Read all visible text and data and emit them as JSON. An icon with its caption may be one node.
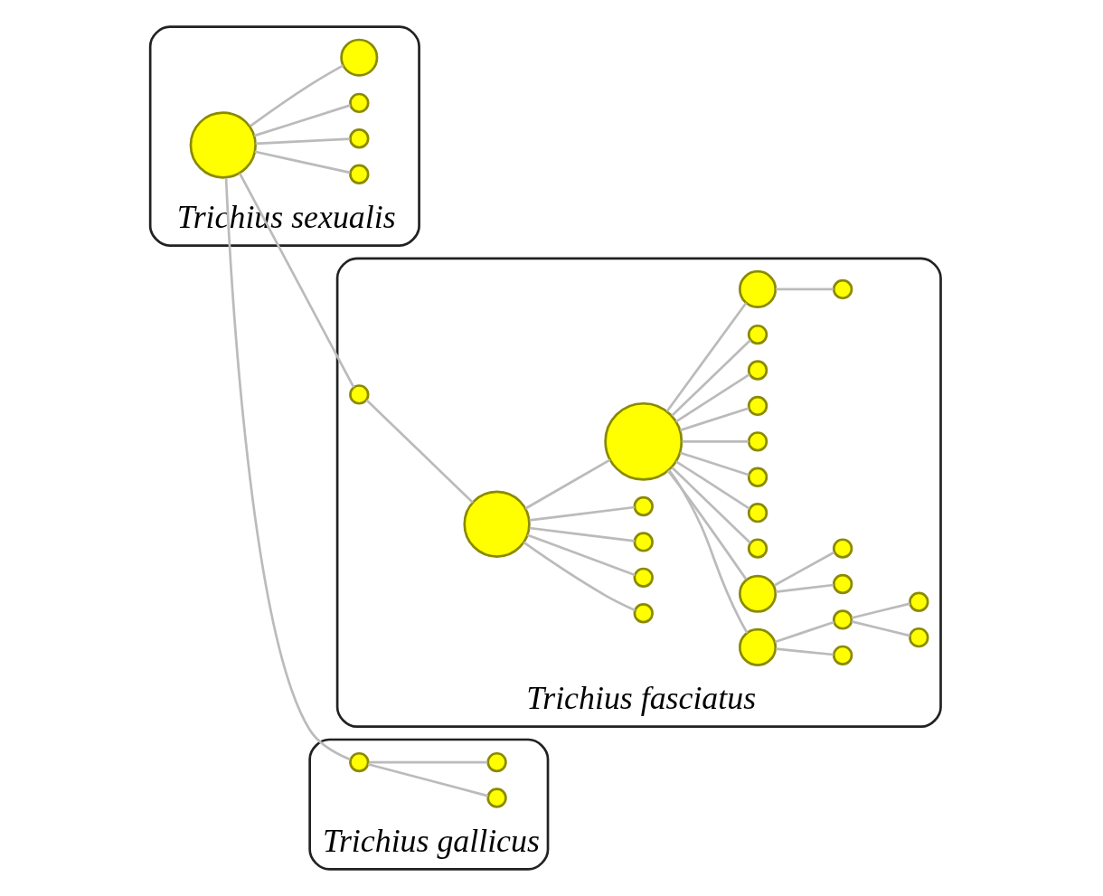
{
  "diagram": {
    "nodes": [
      {
        "text": [
          "Trichius fasciatus"
        ]
      },
      {
        "text": [],
        "shape": "circle",
        "in": 0
      },
      {
        "text": [],
        "shape": "circle",
        "in": 0
      },
      {
        "text": [],
        "shape": "circle",
        "in": 0
      },
      {
        "text": [],
        "shape": "circle",
        "in": 0
      },
      {
        "text": [],
        "shape": "circle",
        "in": 0
      },
      {
        "text": [],
        "shape": "circle",
        "in": 0
      },
      {
        "text": [],
        "shape": "circle",
        "in": 0
      },
      {
        "text": [],
        "shape": "circle",
        "in": 0
      },
      {
        "text": [],
        "shape": "circle",
        "in": 0
      },
      {
        "text": [],
        "shape": "circle",
        "in": 0
      },
      {
        "text": [],
        "shape": "circle",
        "in": 0
      },
      {
        "text": [],
        "shape": "circle",
        "in": 0
      },
      {
        "text": [],
        "shape": "circle",
        "in": 0
      },
      {
        "text": [],
        "shape": "circle",
        "in": 0
      },
      {
        "text": [],
        "shape": "circle",
        "in": 0
      },
      {
        "text": [],
        "shape": "circle",
        "in": 0
      },
      {
        "text": [],
        "shape": "circle",
        "in": 0
      },
      {
        "text": [],
        "shape": "circle",
        "in": 0
      },
      {
        "text": [],
        "shape": "circle",
        "in": 0
      },
      {
        "text": [],
        "shape": "circle",
        "in": 0
      },
      {
        "text": [],
        "shape": "circle",
        "in": 0
      },
      {
        "text": [],
        "shape": "circle",
        "in": 0
      },
      {
        "text": [],
        "shape": "circle",
        "in": 0
      },
      {
        "text": [],
        "shape": "circle",
        "in": 0
      },
      {
        "text": [
          "Trichius sexualis"
        ]
      },
      {
        "text": [],
        "shape": "circle",
        "in": 25
      },
      {
        "text": [],
        "shape": "circle",
        "in": 25
      },
      {
        "text": [],
        "shape": "circle",
        "in": 25
      },
      {
        "text": [],
        "shape": "circle",
        "in": 25
      },
      {
        "text": [],
        "shape": "circle",
        "in": 25
      },
      {
        "text": [
          "Trichius gallicus"
        ]
      },
      {
        "text": [],
        "shape": "circle",
        "in": 31
      },
      {
        "text": [],
        "shape": "circle",
        "in": 31
      },
      {
        "text": [],
        "shape": "circle",
        "in": 31
      }
    ],
    "edges": [
      {
        "from": 28,
        "to": 23,
        "arrow": "none"
      },
      {
        "from": 23,
        "to": 12,
        "arrow": "none"
      },
      {
        "from": 12,
        "to": 14,
        "arrow": "none"
      },
      {
        "from": 12,
        "to": 13,
        "arrow": "none"
      },
      {
        "from": 12,
        "to": 1,
        "arrow": "none"
      },
      {
        "from": 12,
        "to": 2,
        "arrow": "none"
      },
      {
        "from": 12,
        "to": 7,
        "arrow": "none"
      },
      {
        "from": 14,
        "to": 10,
        "arrow": "none"
      },
      {
        "from": 10,
        "to": 4,
        "arrow": "none"
      },
      {
        "from": 10,
        "to": 6,
        "arrow": "none"
      },
      {
        "from": 6,
        "to": 3,
        "arrow": "none"
      },
      {
        "from": 6,
        "to": 5,
        "arrow": "none"
      },
      {
        "from": 14,
        "to": 11,
        "arrow": "none"
      },
      {
        "from": 11,
        "to": 8,
        "arrow": "none"
      },
      {
        "from": 11,
        "to": 9,
        "arrow": "none"
      },
      {
        "from": 14,
        "to": 15,
        "arrow": "none"
      },
      {
        "from": 14,
        "to": 16,
        "arrow": "none"
      },
      {
        "from": 14,
        "to": 17,
        "arrow": "none"
      },
      {
        "from": 14,
        "to": 18,
        "arrow": "none"
      },
      {
        "from": 14,
        "to": 19,
        "arrow": "none"
      },
      {
        "from": 14,
        "to": 20,
        "arrow": "none"
      },
      {
        "from": 14,
        "to": 21,
        "arrow": "none"
      },
      {
        "from": 14,
        "to": 22,
        "arrow": "none"
      },
      {
        "from": 22,
        "to": 24,
        "arrow": "none"
      },
      {
        "from": 28,
        "to": 26,
        "arrow": "none"
      },
      {
        "from": 28,
        "to": 27,
        "arrow": "none"
      },
      {
        "from": 28,
        "to": 29,
        "arrow": "none"
      },
      {
        "from": 28,
        "to": 30,
        "arrow": "none"
      },
      {
        "from": 28,
        "to": 32,
        "arrow": "none"
      },
      {
        "from": 32,
        "to": 33,
        "arrow": "none"
      },
      {
        "from": 32,
        "to": 34,
        "arrow": "none"
      }
    ]
  }
}
